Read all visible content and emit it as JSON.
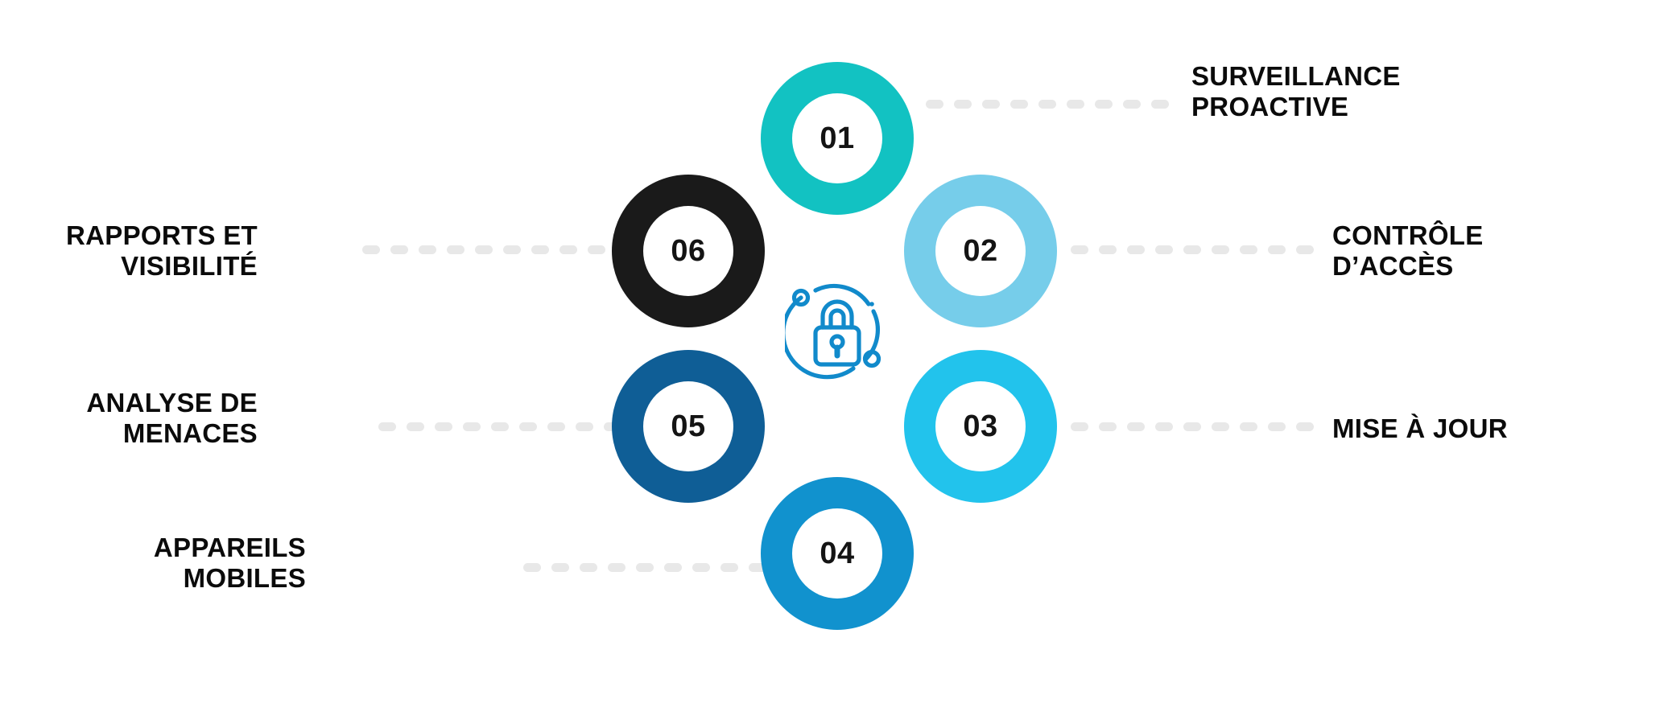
{
  "theme": {
    "background": "#FFFFFF",
    "text_color": "#0B0B0B",
    "dash_color": "#E8E8E8",
    "lock_icon_color": "#118ACB"
  },
  "center": {
    "icon": "padlock-orbit-icon",
    "color": "#118ACB"
  },
  "nodes": [
    {
      "id": "01",
      "number": "01",
      "color": "#12C2C2",
      "label": "SURVEILLANCE PROACTIVE",
      "label_lines": [
        "SURVEILLANCE",
        "PROACTIVE"
      ],
      "side": "right"
    },
    {
      "id": "02",
      "number": "02",
      "color": "#76CDEA",
      "label": "CONTRÔLE D’ACCÈS",
      "label_lines": [
        "CONTRÔLE",
        "D’ACCÈS"
      ],
      "side": "right"
    },
    {
      "id": "03",
      "number": "03",
      "color": "#22C3EC",
      "label": "MISE À JOUR",
      "label_lines": [
        "MISE À JOUR"
      ],
      "side": "right"
    },
    {
      "id": "04",
      "number": "04",
      "color": "#1192CE",
      "label": "APPAREILS MOBILES",
      "label_lines": [
        "APPAREILS",
        "MOBILES"
      ],
      "side": "left"
    },
    {
      "id": "05",
      "number": "05",
      "color": "#0F5E96",
      "label": "ANALYSE DE MENACES",
      "label_lines": [
        "ANALYSE DE",
        "MENACES"
      ],
      "side": "left"
    },
    {
      "id": "06",
      "number": "06",
      "color": "#1A1A1A",
      "label": "RAPPORTS ET VISIBILITÉ",
      "label_lines": [
        "RAPPORTS ET",
        "VISIBILITÉ"
      ],
      "side": "left"
    }
  ],
  "connectors": {
    "dash_counts": {
      "c01": 9,
      "c02": 9,
      "c03": 9,
      "c04": 9,
      "c05": 9,
      "c06": 9
    }
  }
}
